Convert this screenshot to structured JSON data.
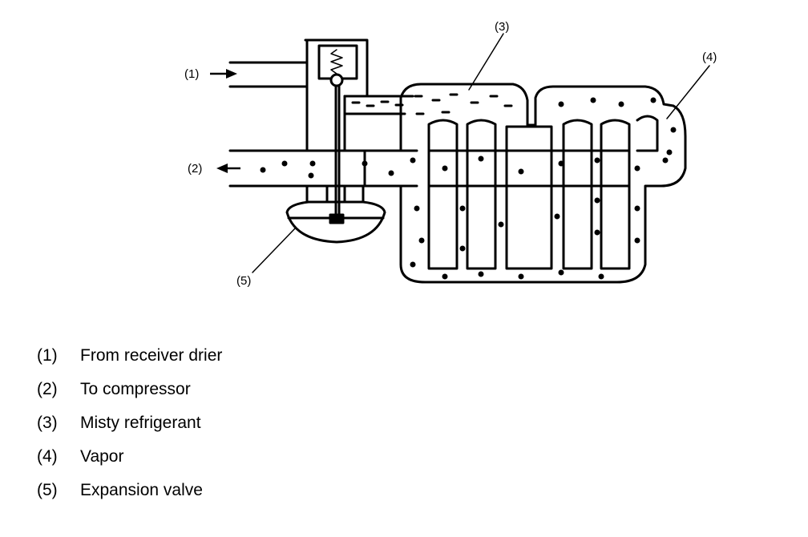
{
  "diagram": {
    "callouts": {
      "c1": "(1)",
      "c2": "(2)",
      "c3": "(3)",
      "c4": "(4)",
      "c5": "(5)"
    }
  },
  "legend": [
    {
      "num": "(1)",
      "label": "From receiver drier"
    },
    {
      "num": "(2)",
      "label": "To compressor"
    },
    {
      "num": "(3)",
      "label": "Misty refrigerant"
    },
    {
      "num": "(4)",
      "label": "Vapor"
    },
    {
      "num": "(5)",
      "label": "Expansion valve"
    }
  ]
}
